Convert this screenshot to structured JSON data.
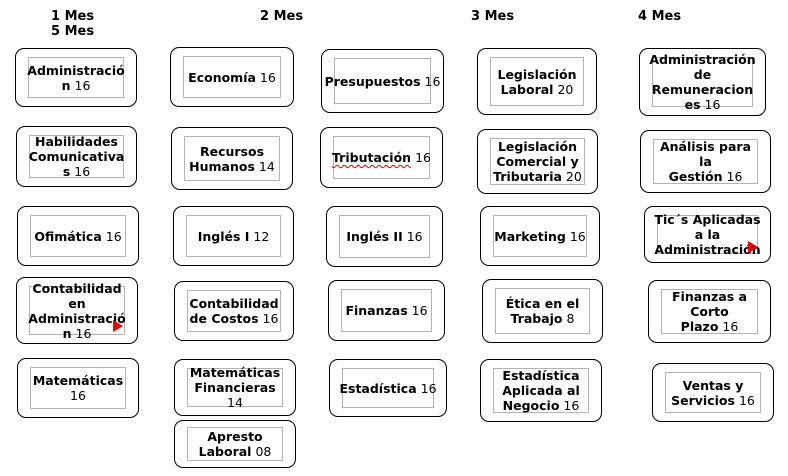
{
  "headers": [
    "1 Mes\n5 Mes",
    "2 Mes",
    "3 Mes",
    "4 Mes"
  ],
  "cards": [
    {
      "id": "administracion",
      "lines": [
        "Administració",
        "n"
      ],
      "num": "16"
    },
    {
      "id": "habilidades-comunicativas",
      "lines": [
        "Habilidades",
        "Comunicativa",
        "s"
      ],
      "num": "16"
    },
    {
      "id": "ofimatica",
      "lines": [
        "Ofimática"
      ],
      "num": "16"
    },
    {
      "id": "contabilidad-en-administracion",
      "lines": [
        "Contabilidad",
        "en",
        "Administració",
        "n"
      ],
      "num": "16"
    },
    {
      "id": "matematicas",
      "lines": [
        "Matemáticas"
      ],
      "num": "16"
    },
    {
      "id": "economia",
      "lines": [
        "Economía"
      ],
      "num": "16"
    },
    {
      "id": "recursos-humanos",
      "lines": [
        "Recursos",
        "Humanos"
      ],
      "num": "14"
    },
    {
      "id": "ingles-i",
      "lines": [
        "Inglés I"
      ],
      "num": "12"
    },
    {
      "id": "contabilidad-de-costos",
      "lines": [
        "Contabilidad",
        "de Costos"
      ],
      "num": "16"
    },
    {
      "id": "matematicas-financieras",
      "lines": [
        "Matemáticas",
        "Financieras"
      ],
      "num": "14"
    },
    {
      "id": "apresto-laboral",
      "lines": [
        "Apresto",
        "Laboral"
      ],
      "num": "08"
    },
    {
      "id": "presupuestos",
      "lines": [
        "Presupuestos"
      ],
      "num": "16"
    },
    {
      "id": "tributacion",
      "lines": [
        "Tributación"
      ],
      "num": "16"
    },
    {
      "id": "ingles-ii",
      "lines": [
        "Inglés II"
      ],
      "num": "16"
    },
    {
      "id": "finanzas",
      "lines": [
        "Finanzas"
      ],
      "num": "16"
    },
    {
      "id": "estadistica",
      "lines": [
        "Estadística"
      ],
      "num": "16"
    },
    {
      "id": "legislacion-laboral",
      "lines": [
        "Legislación",
        "Laboral"
      ],
      "num": "20"
    },
    {
      "id": "legislacion-comercial-tributaria",
      "lines": [
        "Legislación",
        "Comercial y",
        "Tributaria"
      ],
      "num": "20"
    },
    {
      "id": "marketing",
      "lines": [
        "Marketing"
      ],
      "num": "16"
    },
    {
      "id": "etica-en-el-trabajo",
      "lines": [
        "Ética en el",
        "Trabajo"
      ],
      "num": "8"
    },
    {
      "id": "estadistica-aplicada",
      "lines": [
        "Estadística",
        "Aplicada al",
        "Negocio"
      ],
      "num": "16"
    },
    {
      "id": "administracion-remuneraciones",
      "lines": [
        "Administración",
        "de",
        "Remuneracion",
        "es"
      ],
      "num": "16"
    },
    {
      "id": "analisis-gestion",
      "lines": [
        "Análisis para la",
        "Gestión"
      ],
      "num": "16"
    },
    {
      "id": "tics-administracion",
      "lines": [
        "Tic´s Aplicadas",
        "a la",
        "Administración"
      ],
      "num": ""
    },
    {
      "id": "finanzas-corto-plazo",
      "lines": [
        "Finanzas a",
        "Corto Plazo"
      ],
      "num": "16"
    },
    {
      "id": "ventas-servicios",
      "lines": [
        "Ventas y",
        "Servicios"
      ],
      "num": "16"
    }
  ]
}
